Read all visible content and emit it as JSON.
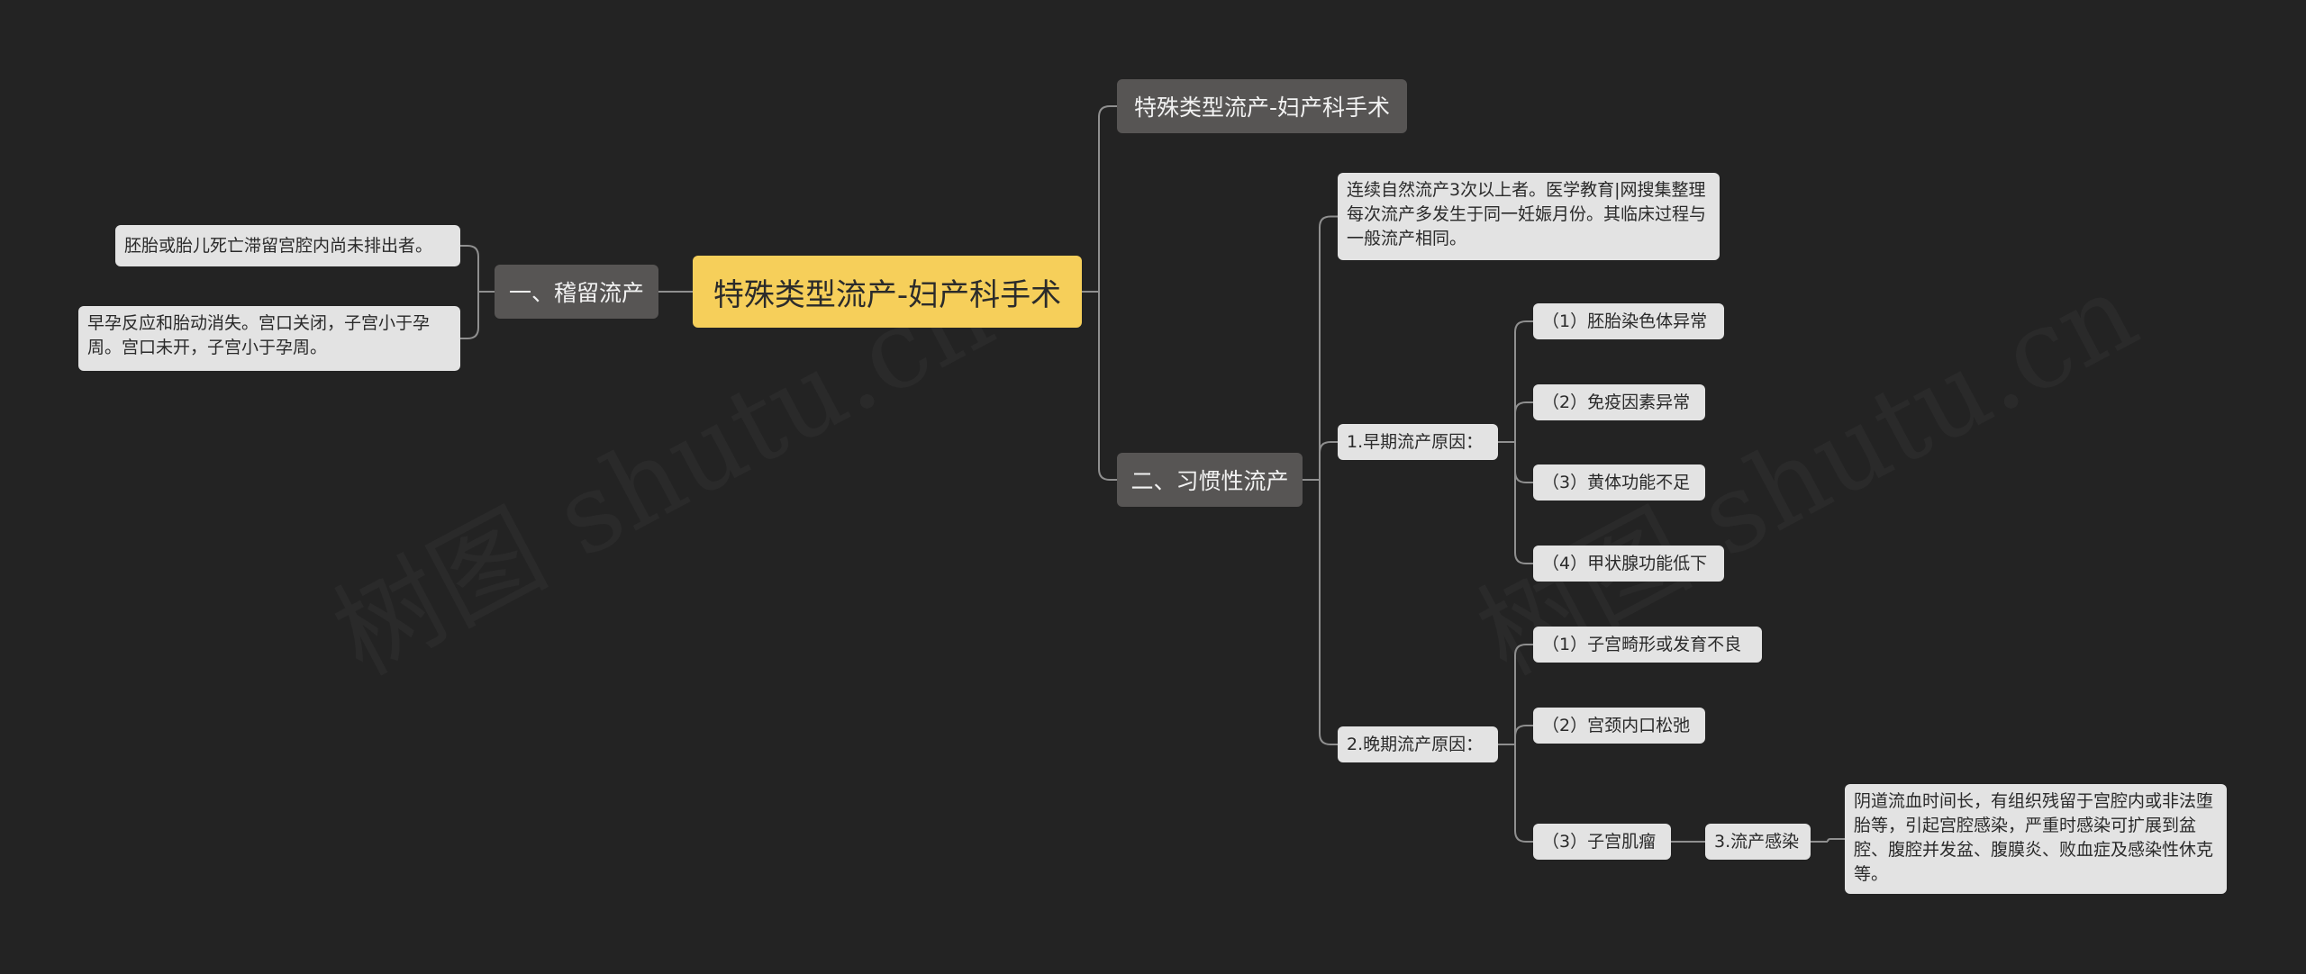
{
  "watermark": "树图 shutu.cn",
  "colors": {
    "root": "#f6cf5a",
    "dark_node": "#575554",
    "light_node": "#e3e3e3",
    "line": "#8f8f8f",
    "background": "#232323"
  },
  "root": {
    "label": "特殊类型流产-妇产科手术"
  },
  "left": {
    "branch": "一、稽留流产",
    "items": [
      "胚胎或胎儿死亡滞留宫腔内尚未排出者。",
      "早孕反应和胎动消失。宫口关闭，子宫小于孕周。宫口未开，子宫小于孕周。"
    ]
  },
  "right": {
    "top": "特殊类型流产-妇产科手术",
    "habitual": {
      "label": "二、习惯性流产",
      "intro": "连续自然流产3次以上者。医学教育|网搜集整理每次流产多发生于同一妊娠月份。其临床过程与一般流产相同。",
      "early": {
        "label": "1.早期流产原因：",
        "items": [
          "（1）胚胎染色体异常",
          "（2）免疫因素异常",
          "（3）黄体功能不足",
          "（4）甲状腺功能低下"
        ]
      },
      "late": {
        "label": "2.晚期流产原因：",
        "items": [
          "（1）子宫畸形或发育不良",
          "（2）宫颈内口松弛",
          "（3）子宫肌瘤"
        ],
        "infection": {
          "label": "3.流产感染",
          "detail": "阴道流血时间长，有组织残留于宫腔内或非法堕胎等，引起宫腔感染，严重时感染可扩展到盆腔、腹腔并发盆、腹膜炎、败血症及感染性休克等。"
        }
      }
    }
  }
}
